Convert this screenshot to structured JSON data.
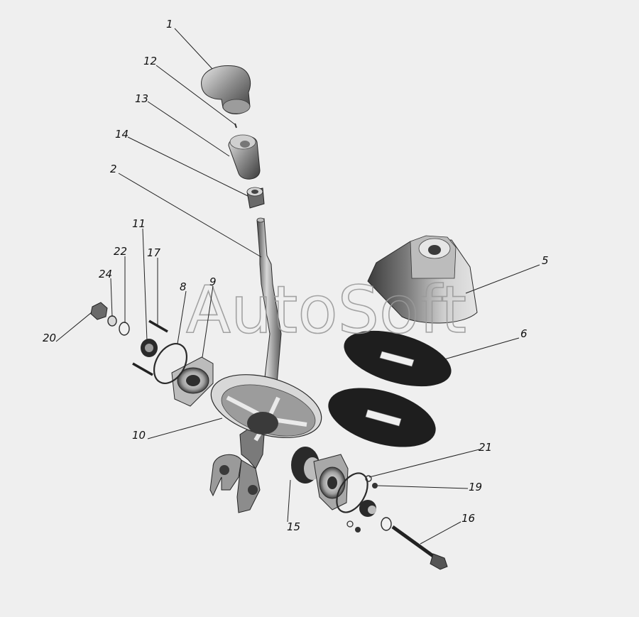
{
  "watermark": "AutoSoft",
  "callouts": [
    {
      "id": "c1",
      "label": "1"
    },
    {
      "id": "c12",
      "label": "12"
    },
    {
      "id": "c13",
      "label": "13"
    },
    {
      "id": "c14",
      "label": "14"
    },
    {
      "id": "c2",
      "label": "2"
    },
    {
      "id": "c11",
      "label": "11"
    },
    {
      "id": "c22",
      "label": "22"
    },
    {
      "id": "c17",
      "label": "17"
    },
    {
      "id": "c24",
      "label": "24"
    },
    {
      "id": "c8",
      "label": "8"
    },
    {
      "id": "c9",
      "label": "9"
    },
    {
      "id": "c20",
      "label": "20"
    },
    {
      "id": "c5",
      "label": "5"
    },
    {
      "id": "c6",
      "label": "6"
    },
    {
      "id": "c10",
      "label": "10"
    },
    {
      "id": "c21",
      "label": "21"
    },
    {
      "id": "c19",
      "label": "19"
    },
    {
      "id": "c15",
      "label": "15"
    },
    {
      "id": "c16",
      "label": "16"
    }
  ],
  "colors": {
    "background": "#efefef",
    "part_dark": "#2a2a2a",
    "part_mid": "#8a8a8a",
    "part_light": "#cfcfcf"
  }
}
